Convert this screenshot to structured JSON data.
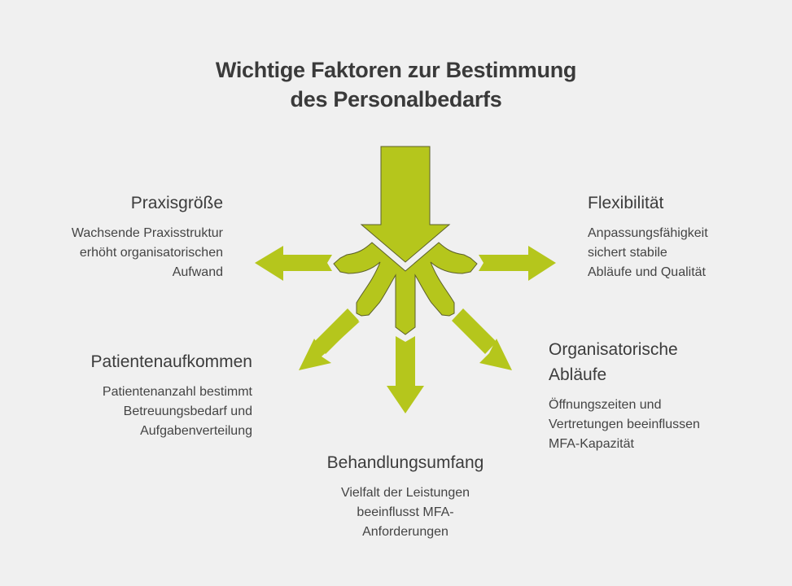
{
  "title": {
    "line1": "Wichtige Faktoren zur Bestimmung",
    "line2": "des Personalbedarfs"
  },
  "colors": {
    "background": "#f0f0f0",
    "arrow_fill": "#b5c61c",
    "arrow_stroke": "#5b5f2a",
    "text": "#3b3b3b"
  },
  "factors": {
    "praxisgroesse": {
      "title": "Praxisgröße",
      "desc_lines": [
        "Wachsende Praxisstruktur",
        "erhöht organisatorischen",
        "Aufwand"
      ]
    },
    "flexibilitaet": {
      "title": "Flexibilität",
      "desc_lines": [
        "Anpassungsfähigkeit",
        "sichert stabile",
        "Abläufe und Qualität"
      ]
    },
    "patientenaufkommen": {
      "title": "Patientenaufkommen",
      "desc_lines": [
        "Patientenanzahl bestimmt",
        "Betreuungsbedarf und",
        "Aufgabenverteilung"
      ]
    },
    "organisatorische_ablaeufe": {
      "title_lines": [
        "Organisatorische",
        "Abläufe"
      ],
      "desc_lines": [
        "Öffnungszeiten und",
        "Vertretungen beeinflussen",
        "MFA-Kapazität"
      ]
    },
    "behandlungsumfang": {
      "title": "Behandlungsumfang",
      "desc_lines": [
        "Vielfalt der Leistungen",
        "beeinflusst MFA-",
        "Anforderungen"
      ]
    }
  }
}
